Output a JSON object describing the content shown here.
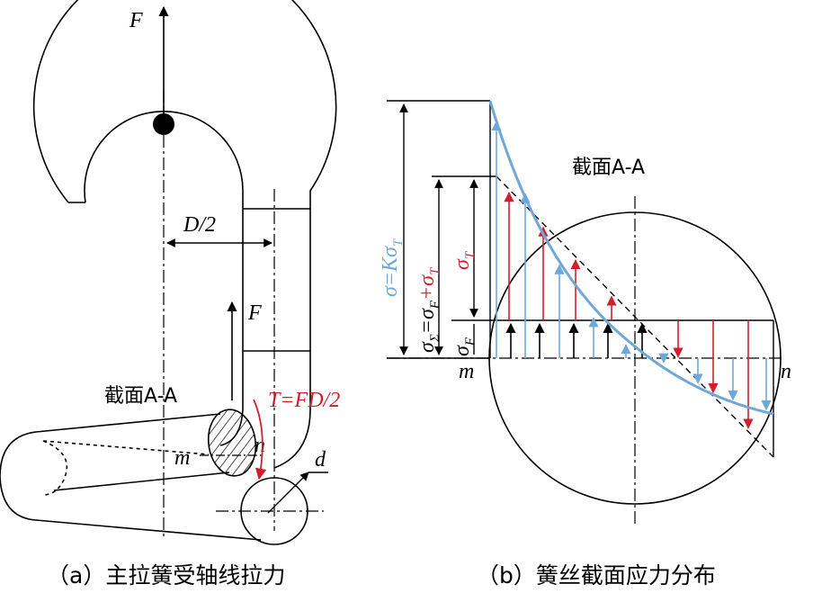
{
  "left": {
    "force_top": "F",
    "half_diameter": "D/2",
    "force_mid": "F",
    "section_label": "截面A-A",
    "torque": "T=FD/2",
    "m": "m",
    "n": "n",
    "wire_d": "d",
    "caption": "（a）主拉簧受轴线拉力"
  },
  "right": {
    "section_label": "截面A-A",
    "sigma_total": "σ=Kσ",
    "sigma_total_sub": "T",
    "sigma_sum": "σ",
    "sigma_sum_sub": "Σ",
    "sigma_sum_eq": "=σ",
    "sigma_sum_eq_sub": "F",
    "sigma_sum_plus": "+σ",
    "sigma_sum_plus_sub": "T",
    "sigma_t": "σ",
    "sigma_t_sub": "T",
    "sigma_f": "σ",
    "sigma_f_sub": "F",
    "m": "m",
    "n": "n",
    "caption": "（b）簧丝截面应力分布"
  },
  "colors": {
    "line": "#000000",
    "blue": "#6fa8d8",
    "red": "#d0202c"
  }
}
